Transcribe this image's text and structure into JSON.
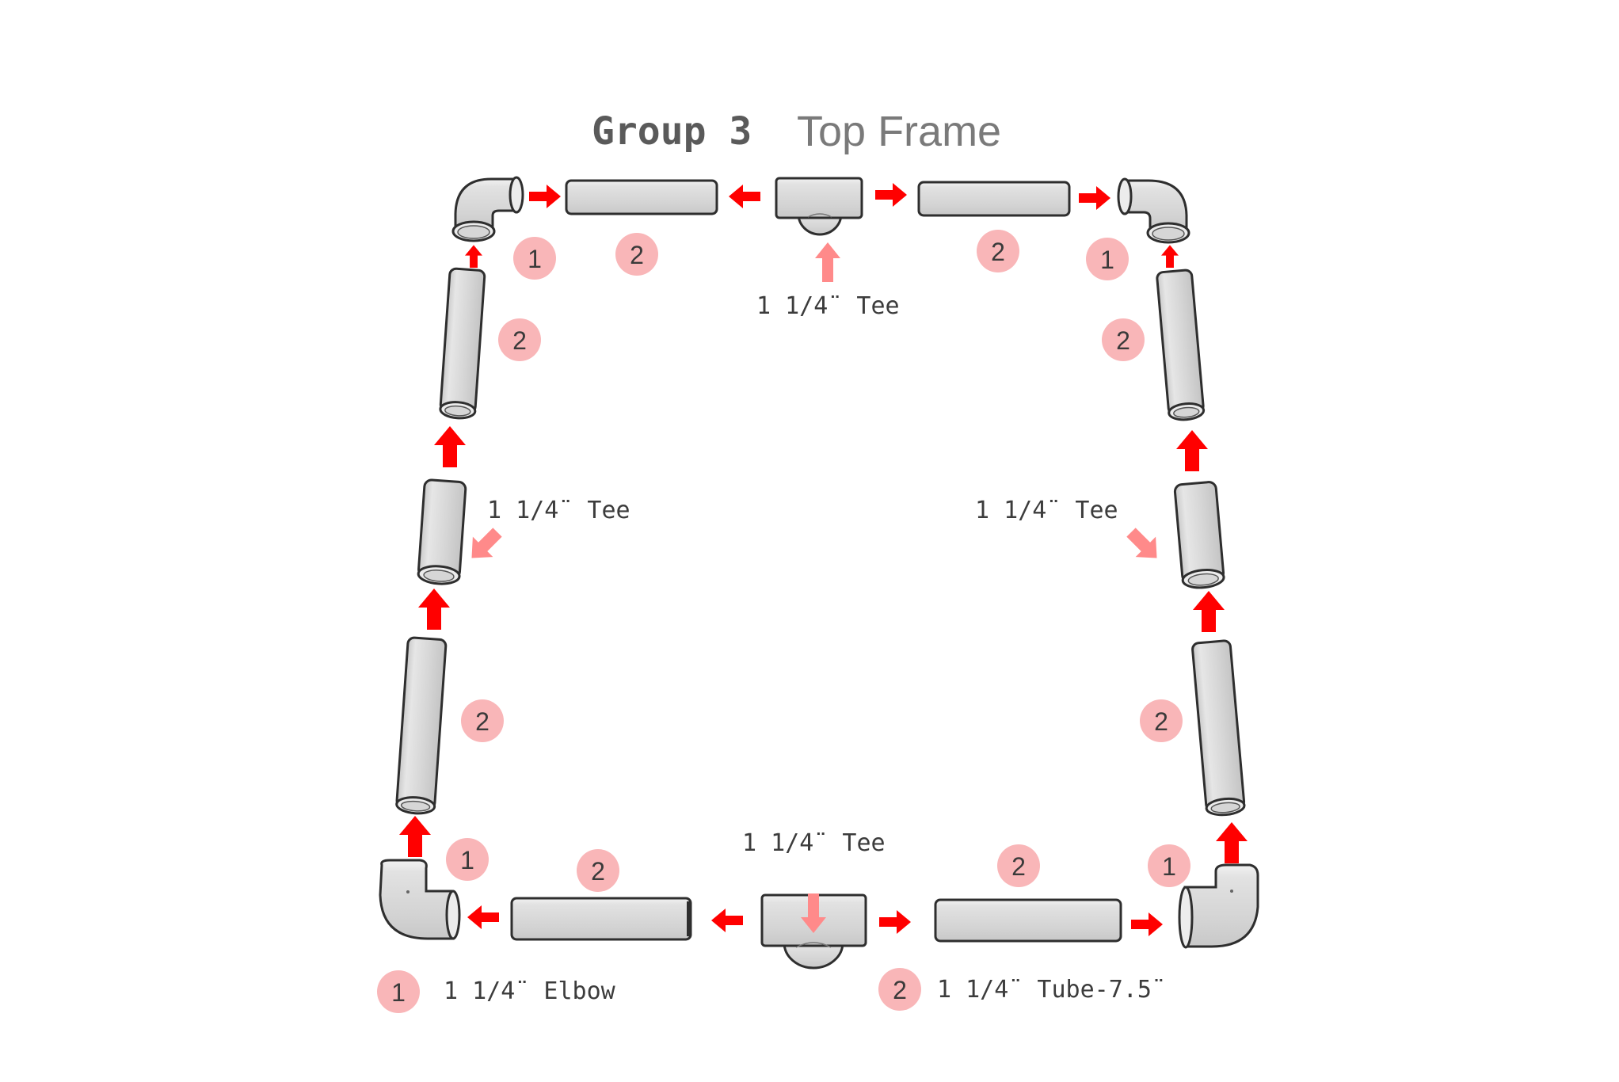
{
  "title": {
    "group": "Group 3",
    "name": "Top Frame"
  },
  "colors": {
    "arrow": "#ff0000",
    "pointer_arrow": "#ff8a8a",
    "badge": "#f9b6b8",
    "pipe_fill": "#d9d9d9",
    "pipe_stroke": "#2e2e2e",
    "text": "#3c3c3c"
  },
  "labels": {
    "tee_top": "1 1/4¨ Tee",
    "tee_left": "1 1/4¨  Tee",
    "tee_right": "1 1/4¨  Tee",
    "tee_bottom": "1 1/4¨  Tee"
  },
  "badges": {
    "elbow": "1",
    "tube": "2"
  },
  "legend": [
    {
      "number": "1",
      "text": "1 1/4¨ Elbow"
    },
    {
      "number": "2",
      "text": "1 1/4¨  Tube-7.5¨"
    }
  ],
  "parts": {
    "elbows": 4,
    "tees": 4,
    "tubes": 8
  }
}
